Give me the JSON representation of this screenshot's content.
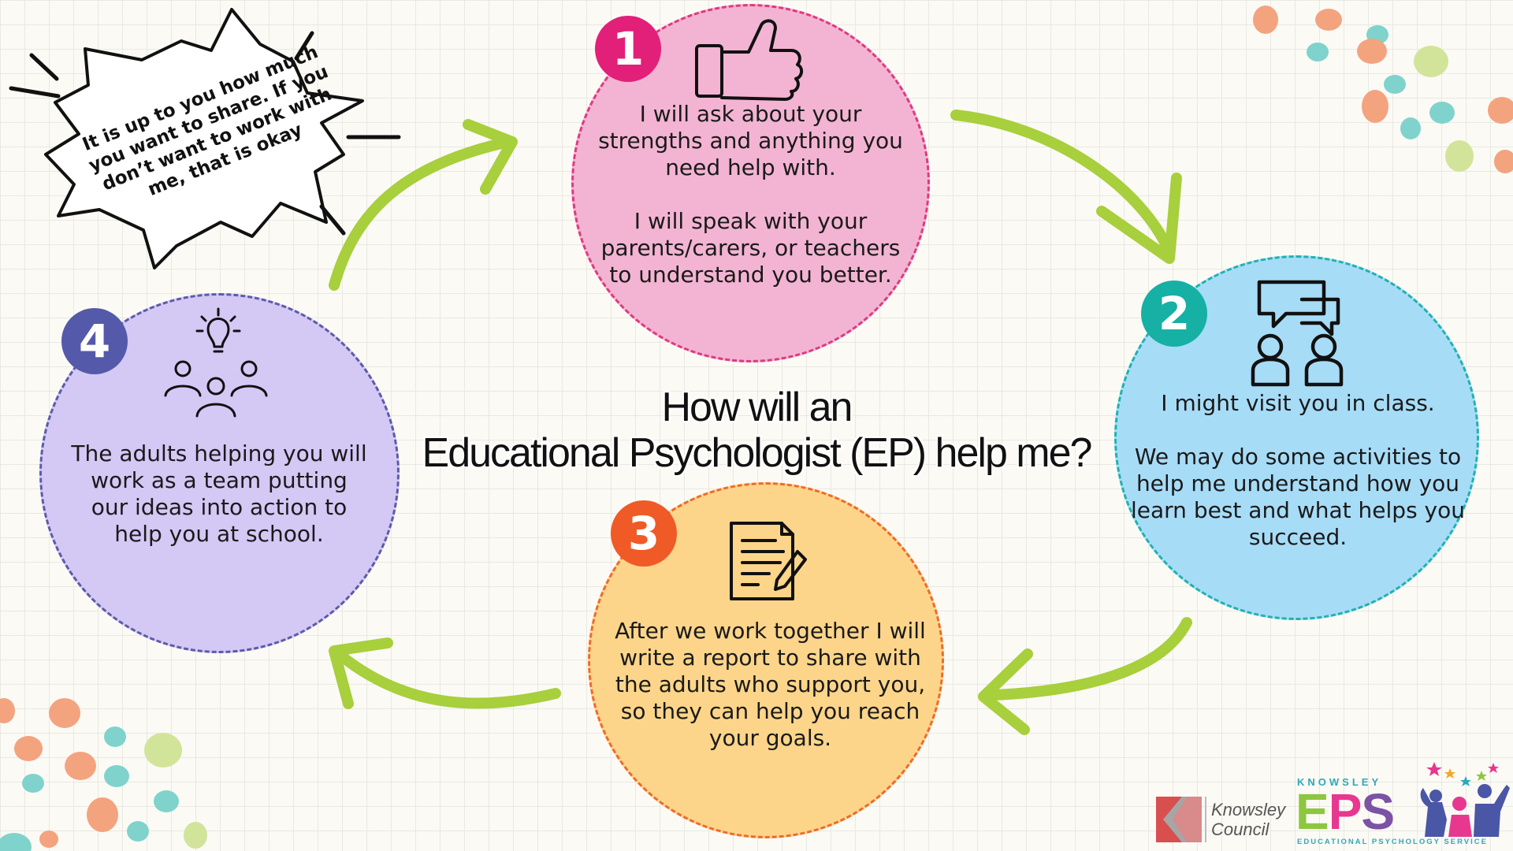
{
  "title": {
    "line1": "How will  an",
    "line2": "Educational Psychologist (EP) help me?"
  },
  "callout": {
    "text": "It is up to you how much you want to share. If you don’t want to work with me, that is okay"
  },
  "steps": [
    {
      "number": "1",
      "icon": "thumbs-up-icon",
      "color": "#f3b4d3",
      "text": "I will ask about your strengths and anything you need help with.\n\nI will speak with your parents/carers, or teachers to understand you better."
    },
    {
      "number": "2",
      "icon": "conversation-icon",
      "color": "#a7dcf7",
      "text": "I might visit you in class.\n\nWe may do some activities to help me understand how you learn best and what helps you succeed."
    },
    {
      "number": "3",
      "icon": "report-icon",
      "color": "#fdd58a",
      "text": "After we work together I will write a report to share with the adults who support you, so they can help you reach your goals."
    },
    {
      "number": "4",
      "icon": "team-idea-icon",
      "color": "#d4c8f5",
      "text": "The adults helping you will work as a team putting our ideas into action to help you at school."
    }
  ],
  "logos": {
    "knowsley_council": "Knowsley Council",
    "eps_top": "KNOWSLEY",
    "eps_e": "E",
    "eps_p": "P",
    "eps_s": "S",
    "eps_bottom": "EDUCATIONAL PSYCHOLOGY SERVICE"
  },
  "colors": {
    "arrow": "#a8cf3c",
    "dot_salmon": "#f4a37f",
    "dot_teal": "#7fd3cc",
    "dot_lime": "#d2e49a"
  }
}
